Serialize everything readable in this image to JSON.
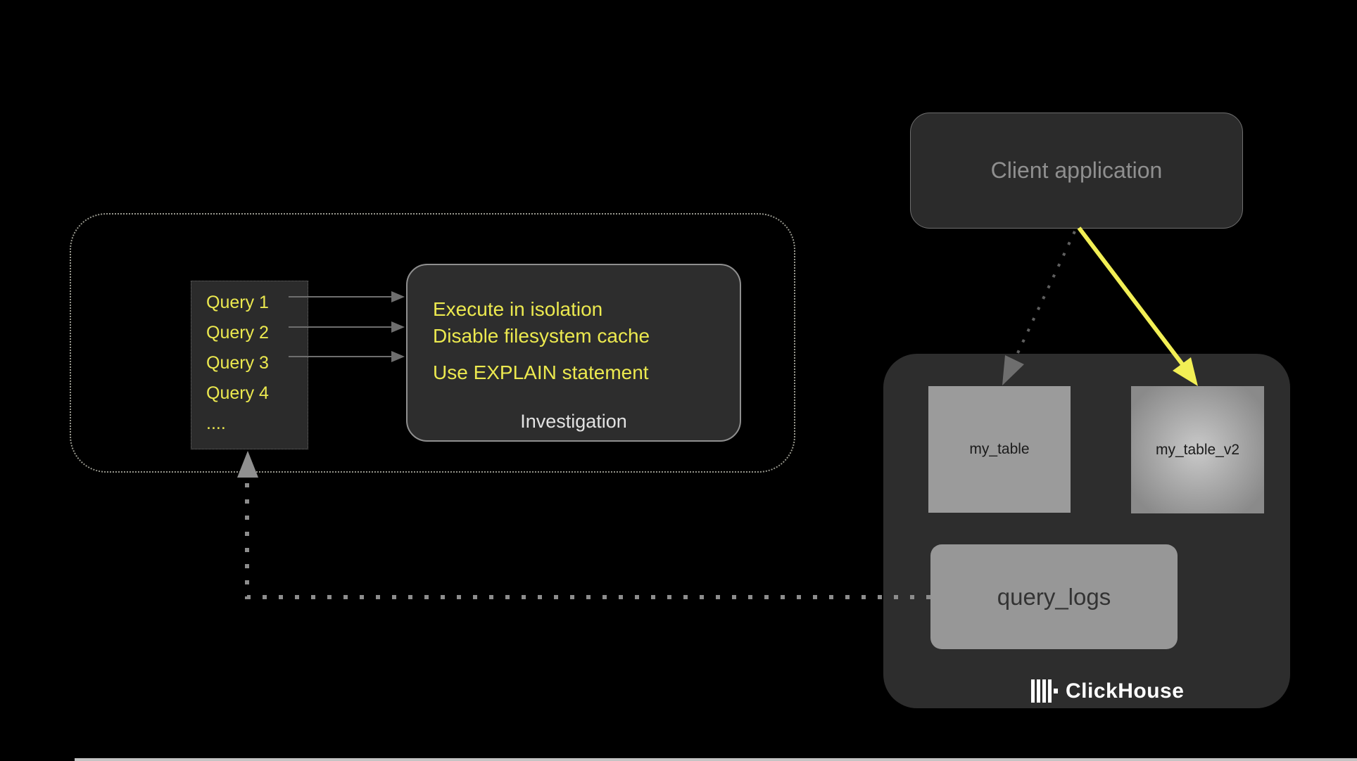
{
  "diagram": {
    "client_application": {
      "label": "Client application"
    },
    "query_list": {
      "items": [
        "Query 1",
        "Query 2",
        "Query 3",
        "Query 4",
        "...."
      ]
    },
    "investigation": {
      "lines": [
        "Execute in isolation",
        "Disable filesystem cache",
        "Use EXPLAIN statement"
      ],
      "caption": "Investigation"
    },
    "clickhouse": {
      "table_left": "my_table",
      "table_right": "my_table_v2",
      "query_logs": "query_logs",
      "brand": "ClickHouse"
    }
  },
  "colors": {
    "bg": "#000000",
    "panel-dark": "#2b2b2b",
    "panel-darker": "#2d2d2d",
    "accent-yellow": "#ECE94F",
    "arrow-yellow": "#F2EF55",
    "gray-box": "#9B9B9B",
    "gray-box-light": "#C9C9C9",
    "query-logs-bg": "#979797",
    "muted-text": "#8F8F8F",
    "light-text": "#E2E2E2",
    "arrow-gray": "#6E6E6E",
    "arrow-gray-dark": "#5F5F5F",
    "dot-gray": "#8D8D8D",
    "dotted-border": "#98988E",
    "bottom-strip": "#C4C4C4"
  }
}
